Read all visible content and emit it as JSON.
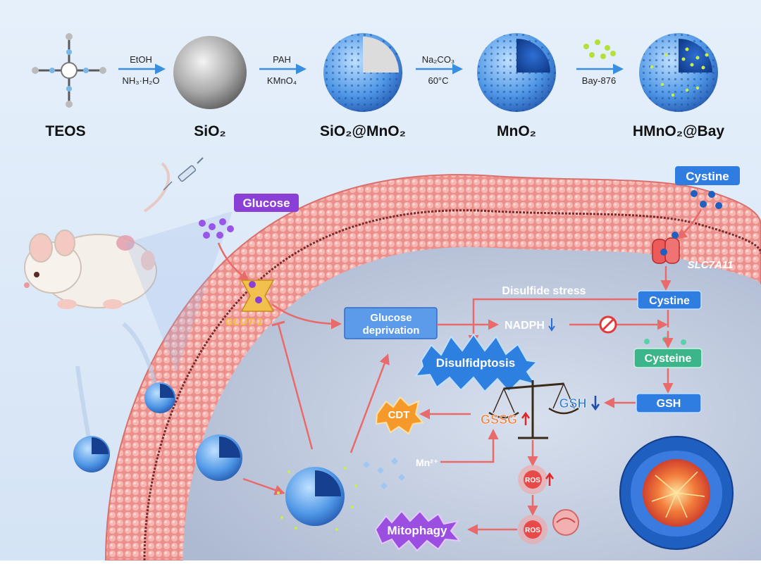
{
  "synthesis": {
    "steps": [
      {
        "product": "TEOS"
      },
      {
        "product": "SiO₂",
        "reagent_top": "EtOH",
        "reagent_bottom": "NH₃·H₂O"
      },
      {
        "product": "SiO₂@MnO₂",
        "reagent_top": "PAH",
        "reagent_bottom": "KMnO₄"
      },
      {
        "product": "MnO₂",
        "reagent_top": "Na₂CO₃",
        "reagent_bottom": "60°C"
      },
      {
        "product": "HMnO₂@Bay",
        "reagent_top": "Bay-876"
      }
    ]
  },
  "pathway": {
    "glucose": "Glucose",
    "glut1": "GLUT-1",
    "glucose_deprivation_1": "Glucose",
    "glucose_deprivation_2": "deprivation",
    "disulfide_stress": "Disulfide stress",
    "nadph": "NADPH",
    "disulfidptosis": "Disulfidptosis",
    "cystine_out": "Cystine",
    "slc7a11": "SLC7A11",
    "cystine_in": "Cystine",
    "cysteine": "Cysteine",
    "gsh": "GSH",
    "gsh_balance": "GSH",
    "gssg": "GSSG",
    "cdt": "CDT",
    "mn2": "Mn²⁺",
    "ros_1": "ROS",
    "ros_2": "ROS",
    "mitophagy": "Mitophagy"
  },
  "colors": {
    "membrane": "#f2a6a2",
    "cytoplasm": "#c9d3e6",
    "arrow": "#e96a6a",
    "blue_box": "#2f7de0",
    "green_box": "#3cb58a",
    "glucose_box": "#8a3fd6"
  }
}
